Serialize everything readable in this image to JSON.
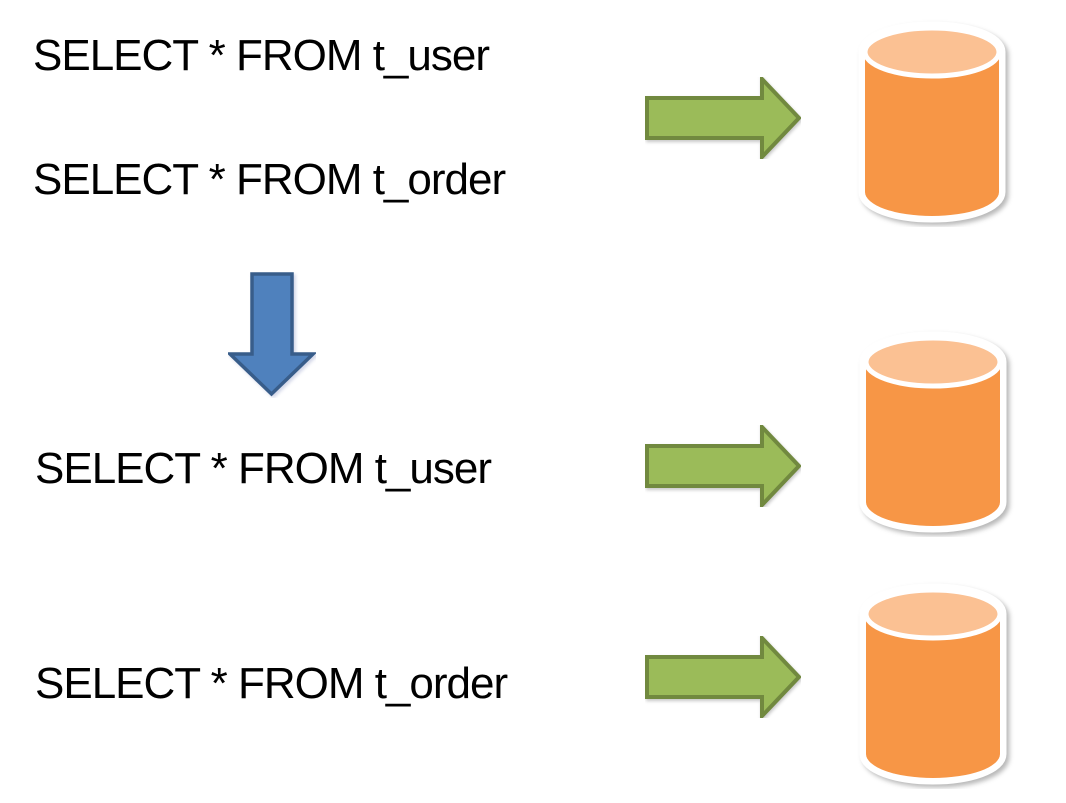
{
  "diagram": {
    "type": "database-vertical-split-diagram",
    "colors": {
      "background": "#ffffff",
      "text": "#000000",
      "arrow_green_fill": "#9bbb59",
      "arrow_green_border": "#71893f",
      "arrow_blue_fill": "#4f81bd",
      "arrow_blue_border": "#385d8a",
      "db_body": "#f79646",
      "db_top": "#fbc193",
      "db_outline": "#ffffff"
    },
    "before": {
      "query_user": "SELECT * FROM t_user",
      "query_order": "SELECT * FROM t_order",
      "arrow_icon": "right-arrow",
      "database_icon": "database-cylinder",
      "database_count": 1
    },
    "transition": {
      "icon": "down-arrow"
    },
    "after": {
      "row_user": {
        "query": "SELECT * FROM t_user",
        "arrow_icon": "right-arrow",
        "database_icon": "database-cylinder"
      },
      "row_order": {
        "query": "SELECT * FROM t_order",
        "arrow_icon": "right-arrow",
        "database_icon": "database-cylinder"
      },
      "database_count": 2
    }
  }
}
